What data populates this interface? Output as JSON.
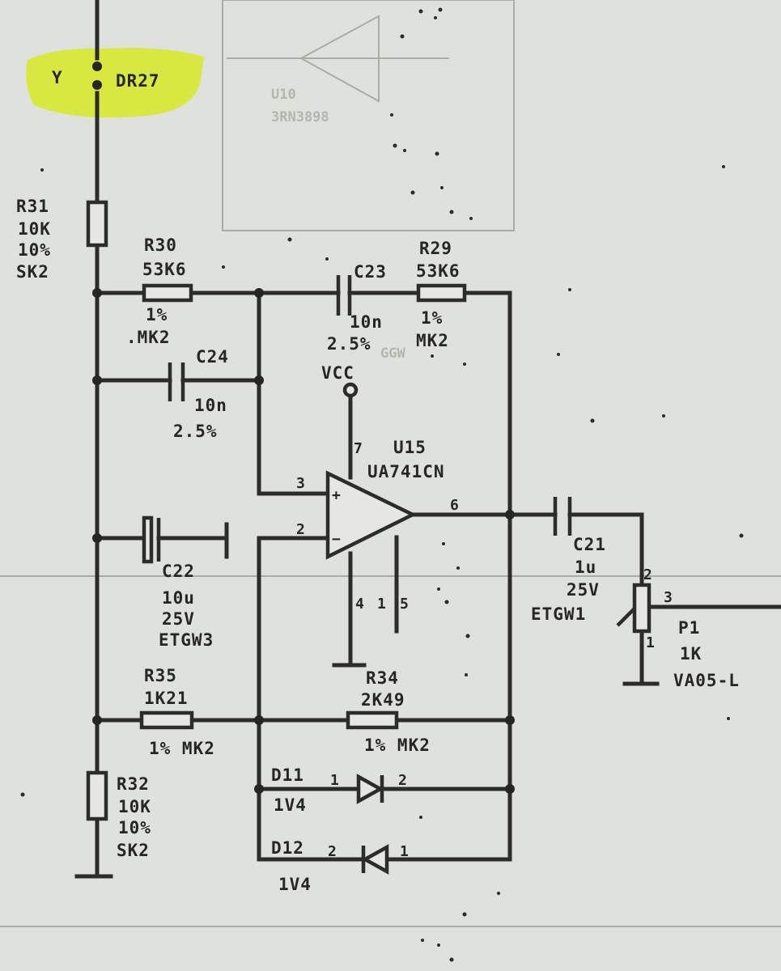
{
  "colors": {
    "paper": "#dfe1dc",
    "ink": "#2c2c2c",
    "highlight": "#d8e832"
  },
  "net": {
    "name": "Y",
    "ref": "DR27"
  },
  "components": {
    "R31": {
      "ref": "R31",
      "value": "10K",
      "tol": "10%",
      "type": "SK2"
    },
    "R30": {
      "ref": "R30",
      "value": "53K6",
      "tol": "1%",
      "type": ".MK2"
    },
    "C23": {
      "ref": "C23",
      "value": "10n",
      "tol": "2.5%"
    },
    "R29": {
      "ref": "R29",
      "value": "53K6",
      "tol": "1%",
      "type": "MK2"
    },
    "C24": {
      "ref": "C24",
      "value": "10n",
      "tol": "2.5%"
    },
    "VCC": {
      "label": "VCC"
    },
    "U15": {
      "ref": "U15",
      "part": "UA741CN"
    },
    "C22": {
      "ref": "C22",
      "value": "10u",
      "voltage": "25V",
      "type": "ETGW3"
    },
    "C21": {
      "ref": "C21",
      "value": "1u",
      "voltage": "25V",
      "type": "ETGW1"
    },
    "P1": {
      "ref": "P1",
      "value": "1K",
      "type": "VA05-L"
    },
    "R35": {
      "ref": "R35",
      "value": "1K21",
      "spec": "1% MK2"
    },
    "R34": {
      "ref": "R34",
      "value": "2K49",
      "spec": "1% MK2"
    },
    "R32": {
      "ref": "R32",
      "value": "10K",
      "tol": "10%",
      "type": "SK2"
    },
    "D11": {
      "ref": "D11",
      "value": "1V4"
    },
    "D12": {
      "ref": "D12",
      "value": "1V4"
    }
  },
  "pins": {
    "u15_in_plus": "3",
    "u15_in_minus": "2",
    "u15_out": "6",
    "u15_plus_sign": "+",
    "u15_minus_sign": "−",
    "u15_gnd": "4",
    "u15_aux": "1",
    "u15_aux2": "5",
    "u15_vcc": "7",
    "p1_top": "2",
    "p1_wiper": "3",
    "p1_bottom": "1",
    "d11_a": "1",
    "d11_k": "2",
    "d12_a": "2",
    "d12_k": "1"
  }
}
